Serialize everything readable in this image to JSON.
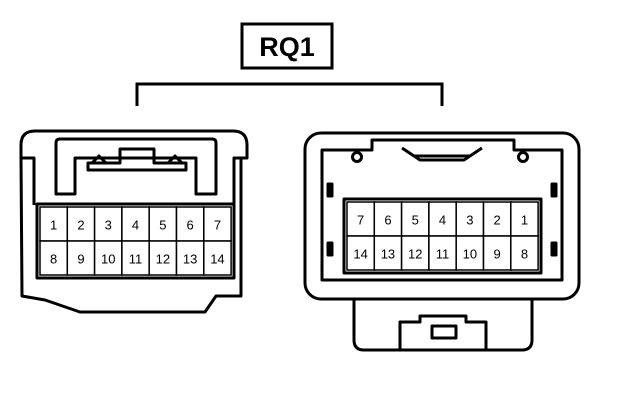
{
  "connector_label": "RQ1",
  "colors": {
    "stroke": "#000000",
    "background": "#ffffff"
  },
  "left_connector": {
    "rows": [
      [
        "1",
        "2",
        "3",
        "4",
        "5",
        "6",
        "7"
      ],
      [
        "8",
        "9",
        "10",
        "11",
        "12",
        "13",
        "14"
      ]
    ]
  },
  "right_connector": {
    "rows": [
      [
        "7",
        "6",
        "5",
        "4",
        "3",
        "2",
        "1"
      ],
      [
        "14",
        "13",
        "12",
        "11",
        "10",
        "9",
        "8"
      ]
    ]
  }
}
